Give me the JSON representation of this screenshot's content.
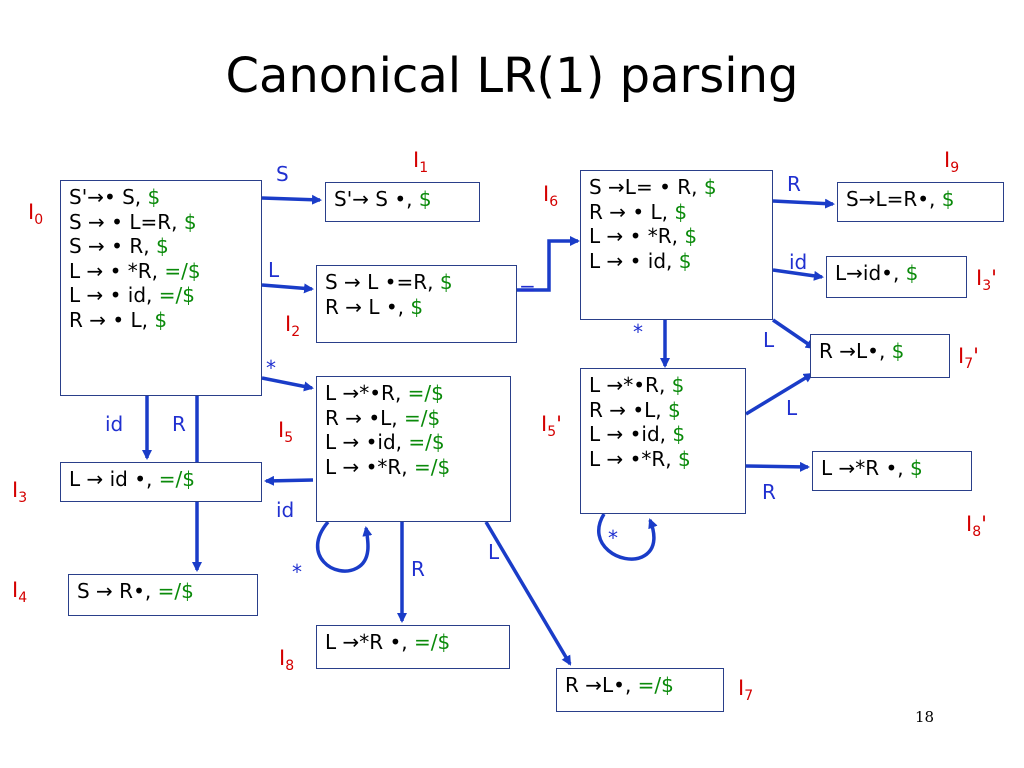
{
  "title": "Canonical LR(1) parsing",
  "page_number": "18",
  "states": {
    "I0": {
      "label": "I",
      "sub": "0",
      "prime": "",
      "items": [
        {
          "core": "S'→• S, ",
          "la": "$"
        },
        {
          "core": "S → • L=R, ",
          "la": "$"
        },
        {
          "core": "S → • R, ",
          "la": "$"
        },
        {
          "core": "L → • *R, ",
          "la": "=/$"
        },
        {
          "core": "L → • id, ",
          "la": "=/$"
        },
        {
          "core": "R → • L, ",
          "la": "$"
        }
      ]
    },
    "I1": {
      "label": "I",
      "sub": "1",
      "prime": "",
      "items": [
        {
          "core": "S'→ S •, ",
          "la": "$"
        }
      ]
    },
    "I2": {
      "label": "I",
      "sub": "2",
      "prime": "",
      "items": [
        {
          "core": "S →  L •=R, ",
          "la": "$"
        },
        {
          "core": "R →  L •, ",
          "la": "$"
        }
      ]
    },
    "I3": {
      "label": "I",
      "sub": "3",
      "prime": "",
      "items": [
        {
          "core": "L →  id •, ",
          "la": "=/$"
        }
      ]
    },
    "I4": {
      "label": "I",
      "sub": "4",
      "prime": "",
      "items": [
        {
          "core": "S →  R•, ",
          "la": "=/$"
        }
      ]
    },
    "I5": {
      "label": "I",
      "sub": "5",
      "prime": "",
      "items": [
        {
          "core": "L →*•R, ",
          "la": "=/$"
        },
        {
          "core": "R → •L, ",
          "la": "=/$"
        },
        {
          "core": "L → •id, ",
          "la": "=/$"
        },
        {
          "core": "L → •*R, ",
          "la": "=/$"
        }
      ]
    },
    "I6": {
      "label": "I",
      "sub": "6",
      "prime": "",
      "items": [
        {
          "core": "S →L= • R, ",
          "la": "$"
        },
        {
          "core": "R → • L, ",
          "la": "$"
        },
        {
          "core": "L → • *R, ",
          "la": "$"
        },
        {
          "core": "L → • id, ",
          "la": "$"
        }
      ]
    },
    "I5p": {
      "label": "I",
      "sub": "5",
      "prime": "'",
      "items": [
        {
          "core": "L →*•R, ",
          "la": "$"
        },
        {
          "core": "R → •L, ",
          "la": "$"
        },
        {
          "core": "L → •id, ",
          "la": "$"
        },
        {
          "core": "L → •*R, ",
          "la": "$"
        }
      ]
    },
    "I7": {
      "label": "I",
      "sub": "7",
      "prime": "",
      "items": [
        {
          "core": "R →L•, ",
          "la": "=/$"
        }
      ]
    },
    "I8": {
      "label": "I",
      "sub": "8",
      "prime": "",
      "items": [
        {
          "core": "L →*R •, ",
          "la": "=/$"
        }
      ]
    },
    "I9": {
      "label": "I",
      "sub": "9",
      "prime": "",
      "items": [
        {
          "core": "S→L=R•, ",
          "la": "$"
        }
      ]
    },
    "I3p": {
      "label": "I",
      "sub": "3",
      "prime": "'",
      "items": [
        {
          "core": "L→id•, ",
          "la": "$"
        }
      ]
    },
    "I7p": {
      "label": "I",
      "sub": "7",
      "prime": "'",
      "items": [
        {
          "core": "R →L•, ",
          "la": "$"
        }
      ]
    },
    "I8p": {
      "label": "I",
      "sub": "8",
      "prime": "'",
      "items": [
        {
          "core": "L →*R •, ",
          "la": "$"
        }
      ]
    }
  },
  "edges": [
    {
      "from": "I0",
      "to": "I1",
      "label": "S"
    },
    {
      "from": "I0",
      "to": "I2",
      "label": "L"
    },
    {
      "from": "I0",
      "to": "I5",
      "label": "*"
    },
    {
      "from": "I0",
      "to": "I3",
      "label": "id"
    },
    {
      "from": "I0",
      "to": "I4",
      "label": "R"
    },
    {
      "from": "I2",
      "to": "I6",
      "label": "="
    },
    {
      "from": "I5",
      "to": "I3",
      "label": "id"
    },
    {
      "from": "I5",
      "to": "I5",
      "label": "*"
    },
    {
      "from": "I5",
      "to": "I8",
      "label": "R"
    },
    {
      "from": "I5",
      "to": "I7",
      "label": "L"
    },
    {
      "from": "I6",
      "to": "I9",
      "label": "R"
    },
    {
      "from": "I6",
      "to": "I3p",
      "label": "id"
    },
    {
      "from": "I6",
      "to": "I7p",
      "label": "L"
    },
    {
      "from": "I6",
      "to": "I5p",
      "label": "*"
    },
    {
      "from": "I5p",
      "to": "I7p",
      "label": "L"
    },
    {
      "from": "I5p",
      "to": "I8p",
      "label": "R"
    },
    {
      "from": "I5p",
      "to": "I5p",
      "label": "*"
    }
  ],
  "colors": {
    "state_label": "#d40000",
    "lookahead": "#0a8a0a",
    "edge": "#1a3cc8",
    "box_border": "#2a3f8a"
  }
}
